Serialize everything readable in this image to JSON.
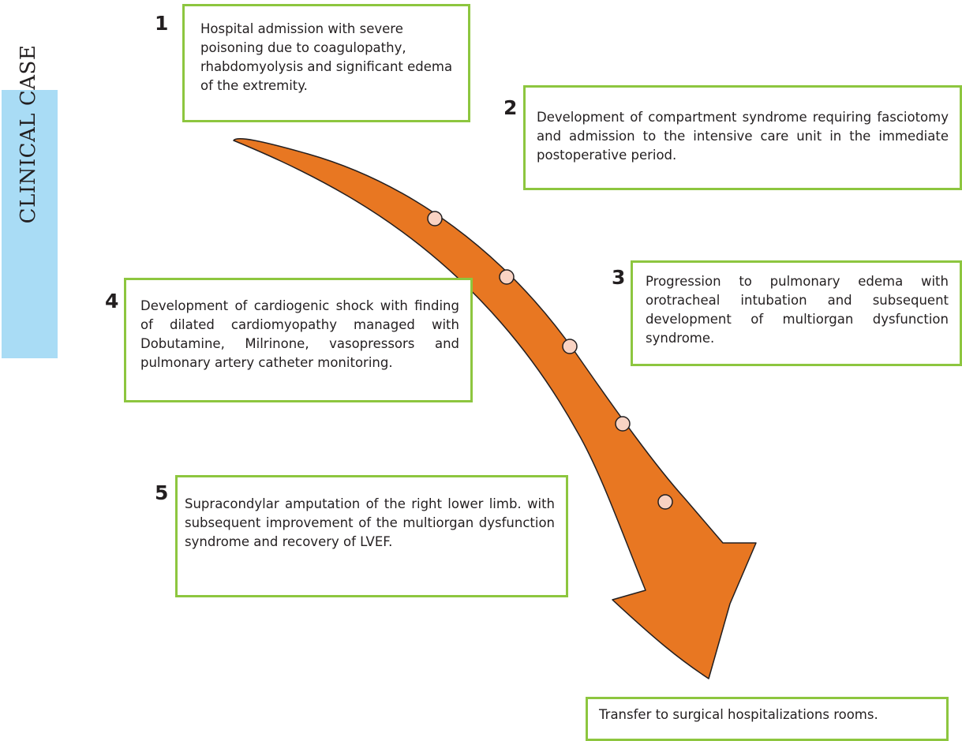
{
  "side_tab": {
    "label": "CLINICAL CASE",
    "background": "#a9dcf5"
  },
  "colors": {
    "box_border": "#8dc63f",
    "arrow_fill": "#e87722",
    "arrow_stroke": "#231f20",
    "dot_fill": "#f9d3c3"
  },
  "steps": [
    {
      "number": "1",
      "text": "Hospital admission with severe poisoning due to coagulopathy, rhabdomyolysis and significant edema of the extremity."
    },
    {
      "number": "2",
      "text": "Development of compartment syndrome requiring fasciotomy and admission to the intensive care unit in the immediate postoperative period."
    },
    {
      "number": "3",
      "text": "Progression to pulmonary edema with orotracheal intubation and subsequent development of multiorgan dysfunction syndrome."
    },
    {
      "number": "4",
      "text": "Development of cardiogenic shock with finding of dilated cardiomyopathy managed with Dobutamine, Milrinone, vasopressors and pulmonary artery catheter monitoring."
    },
    {
      "number": "5",
      "text": "Supracondylar amputation of the right lower limb. with subsequent improvement of the multiorgan dysfunction syndrome and recovery of LVEF."
    }
  ],
  "final_step": {
    "text": "Transfer to surgical hospitalizations rooms."
  }
}
